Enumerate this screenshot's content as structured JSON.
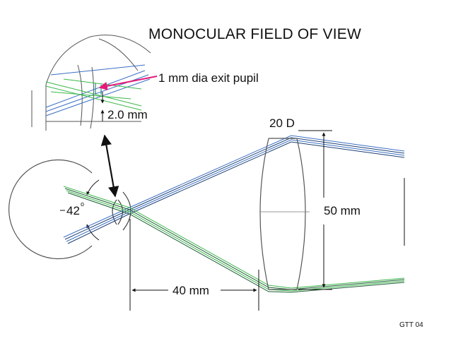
{
  "title": "MONOCULAR FIELD OF VIEW",
  "labels": {
    "exit_pupil": "1 mm dia exit pupil",
    "pupil_offset": "2.0 mm",
    "lens_power": "20 D",
    "lens_aperture": "50 mm",
    "eye_distance": "40 mm",
    "field_angle": "42",
    "degree_mark": "o",
    "credit": "GTT 04"
  },
  "colors": {
    "blue_ray": "#3a6fc4",
    "green_ray": "#3bb84a",
    "navy_ray": "#1c3f73",
    "dark_green_ray": "#1d5b35",
    "arrow_magenta": "#e5197a",
    "line": "#111111",
    "outline": "#555555"
  }
}
